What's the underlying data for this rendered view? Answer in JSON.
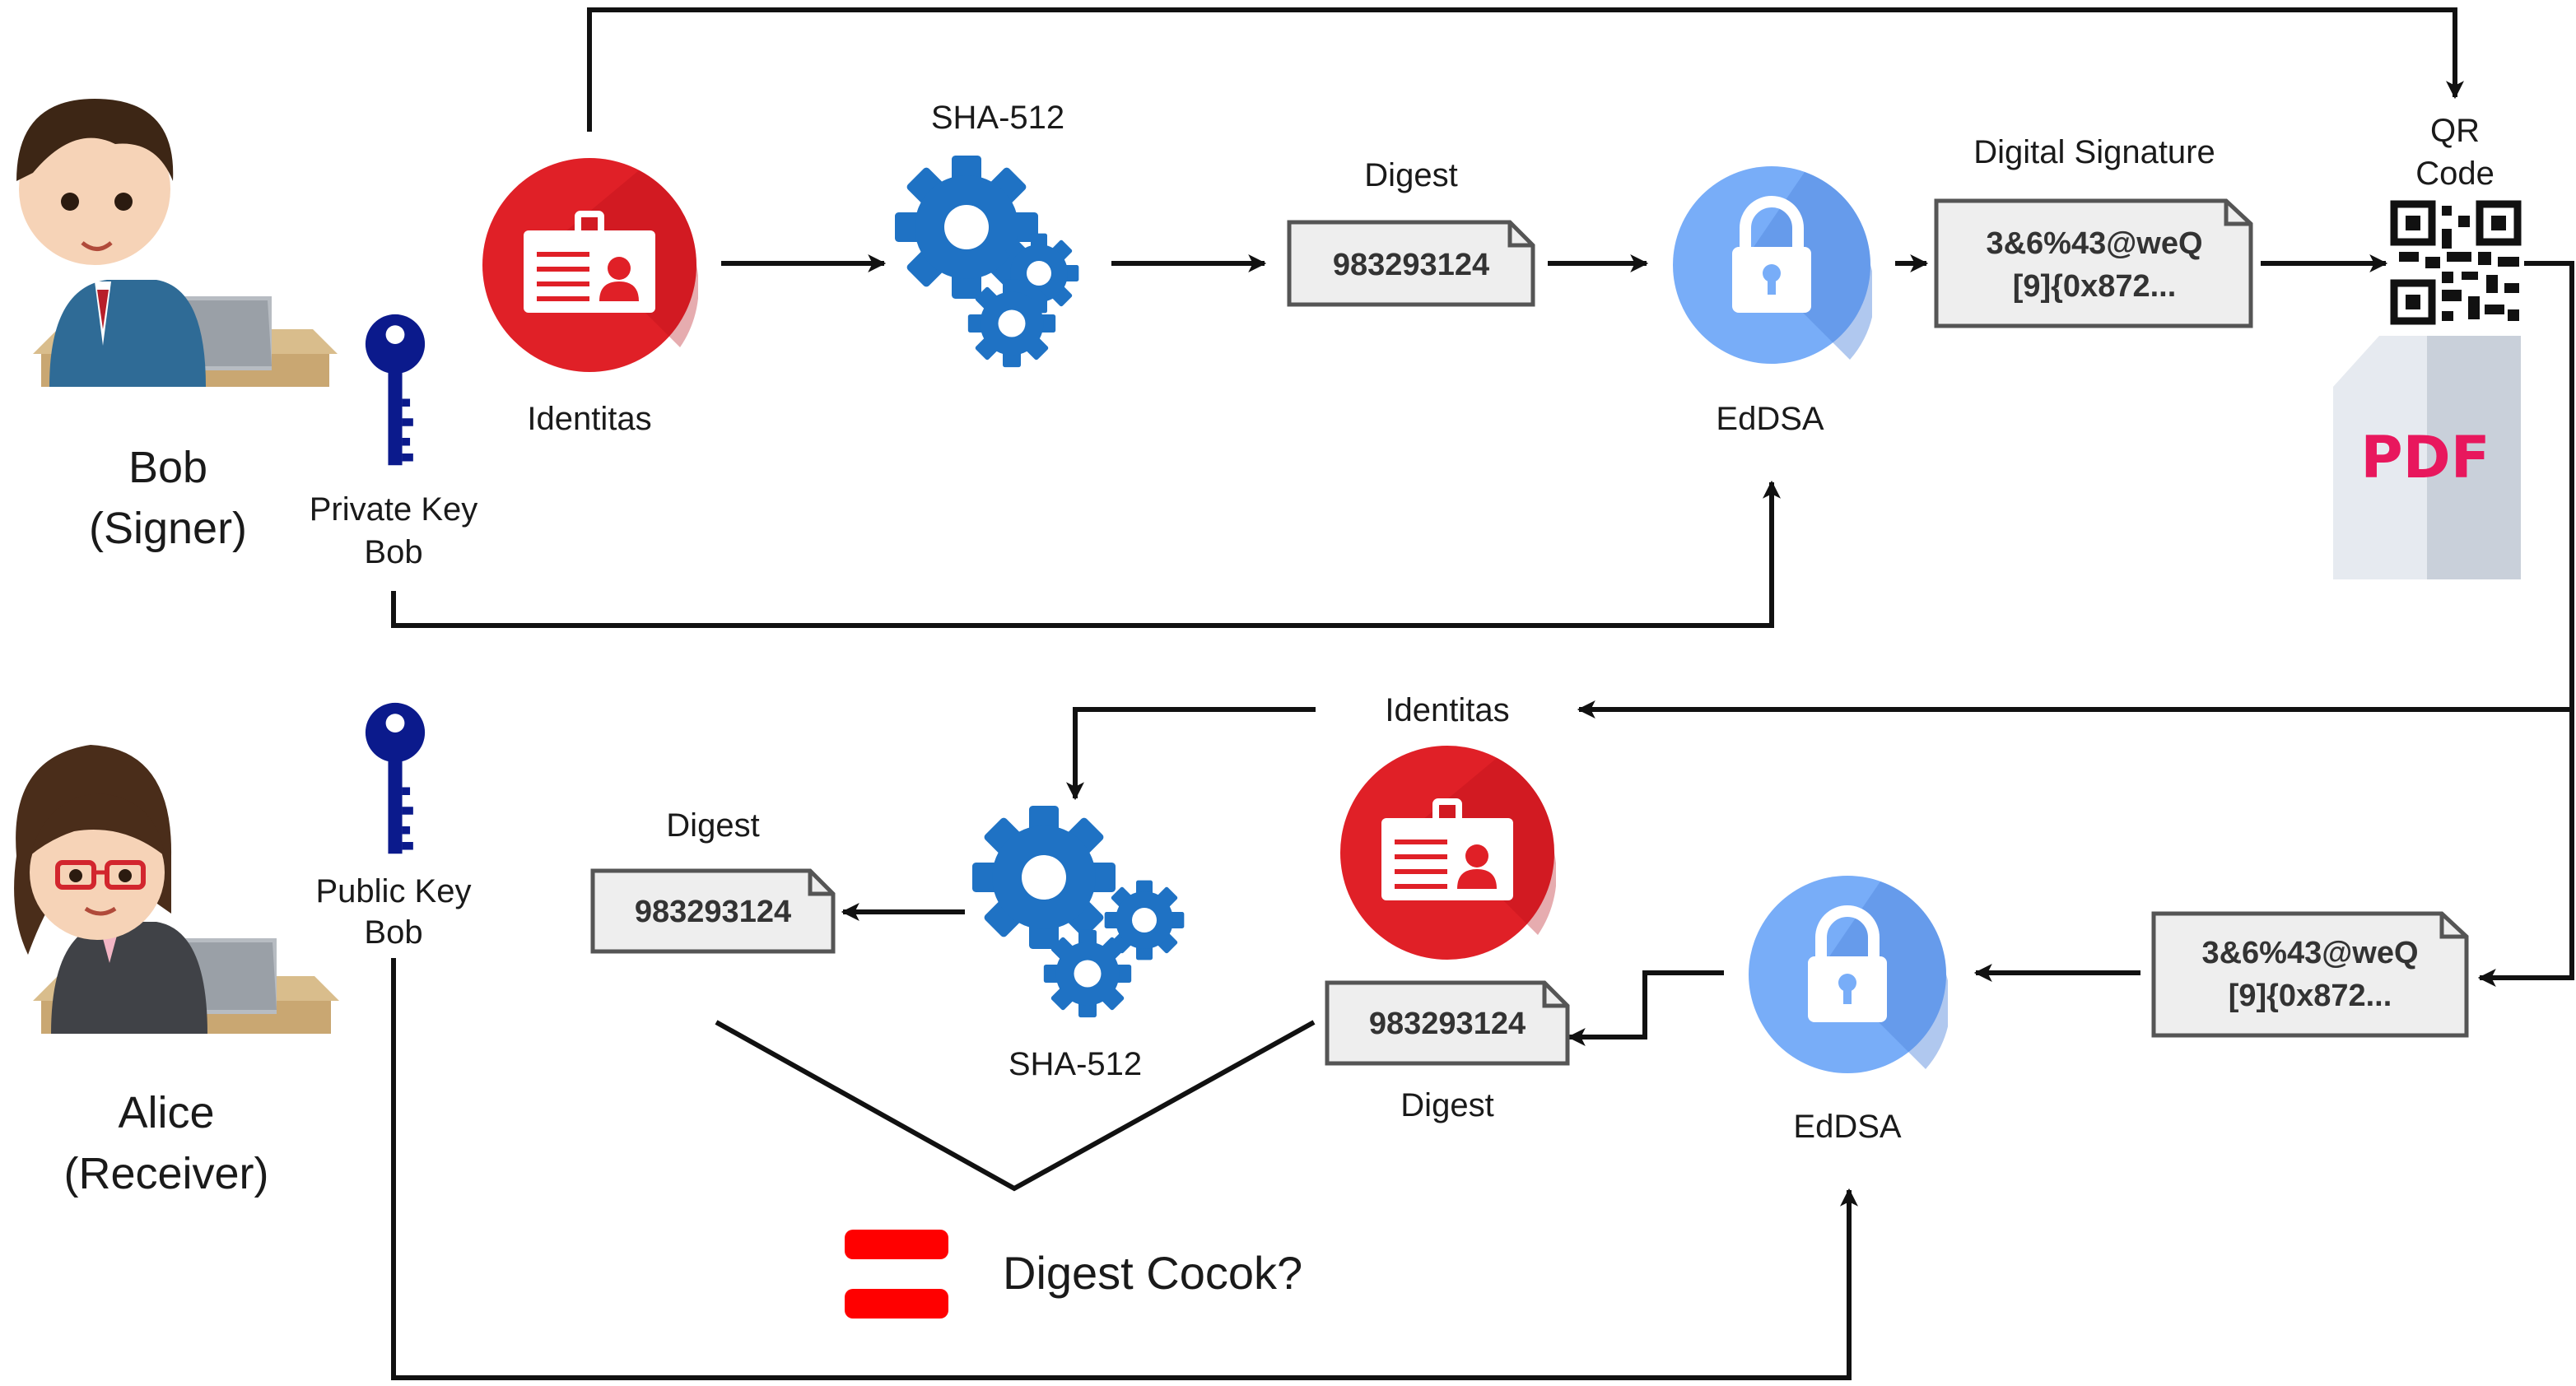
{
  "signer": {
    "name": "Bob",
    "role": "(Signer)"
  },
  "receiver": {
    "name": "Alice",
    "role": "(Receiver)"
  },
  "top": {
    "private_key_line1": "Private Key",
    "private_key_line2": "Bob",
    "identitas_label": "Identitas",
    "hash_label": "SHA-512",
    "digest_label": "Digest",
    "digest_value": "983293124",
    "algo_label": "EdDSA",
    "signature_label": "Digital Signature",
    "signature_line1": "3&6%43@weQ",
    "signature_line2": "[9]{0x872...",
    "qr_line1": "QR",
    "qr_line2": "Code",
    "pdf_label": "PDF"
  },
  "bottom": {
    "public_key_line1": "Public Key",
    "public_key_line2": "Bob",
    "identitas_label": "Identitas",
    "digest_label_left": "Digest",
    "digest_value_left": "983293124",
    "hash_label": "SHA-512",
    "digest_value_right": "983293124",
    "digest_label_right": "Digest",
    "algo_label": "EdDSA",
    "signature_line1": "3&6%43@weQ",
    "signature_line2": "[9]{0x872...",
    "compare_label": "Digest Cocok?"
  },
  "colors": {
    "arrow": "#111111",
    "identitas_red": "#e02027",
    "gear_blue": "#1f72c4",
    "lock_circle": "#78adf8",
    "key_navy": "#0b1a8c",
    "box_fill": "#eeeeee",
    "box_stroke": "#555555",
    "pdf_text": "#e8175d",
    "equals_red": "#ff0000"
  }
}
